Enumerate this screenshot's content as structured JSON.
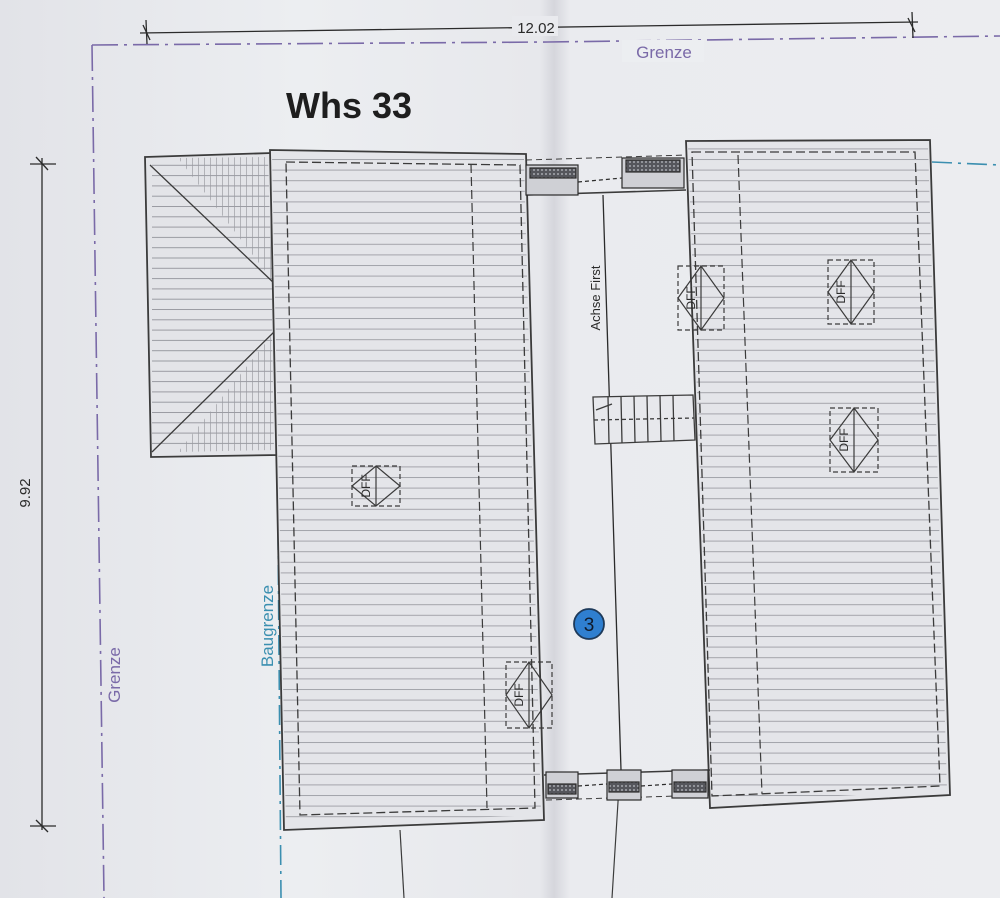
{
  "title": "Whs 33",
  "dim_top": "12.02",
  "dim_left": "9.92",
  "label_grenze_top": "Grenze",
  "label_grenze_left": "Grenze",
  "label_baugrenze": "Baugrenze",
  "label_achse": "Achse First",
  "window_label": "DFF",
  "marker_number": "3",
  "colors": {
    "grenze": "#7a6aa8",
    "baugrenze": "#3b8fb0",
    "marker": "#2f7fd0",
    "line": "#3b3b3b"
  }
}
